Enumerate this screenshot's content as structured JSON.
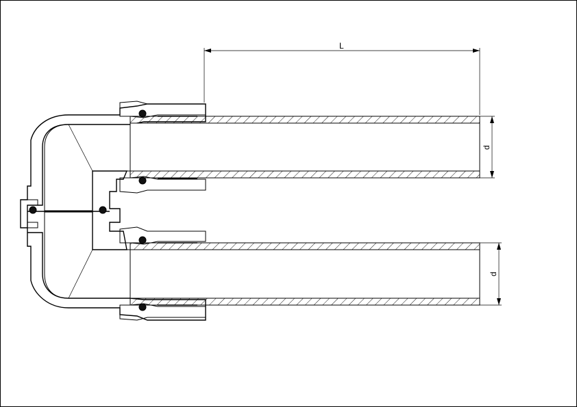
{
  "drawing": {
    "dimension_length_label": "L",
    "dimension_diameter_label_top": "d",
    "dimension_diameter_label_bottom": "d"
  },
  "colors": {
    "line": "#000000",
    "background": "#ffffff"
  }
}
